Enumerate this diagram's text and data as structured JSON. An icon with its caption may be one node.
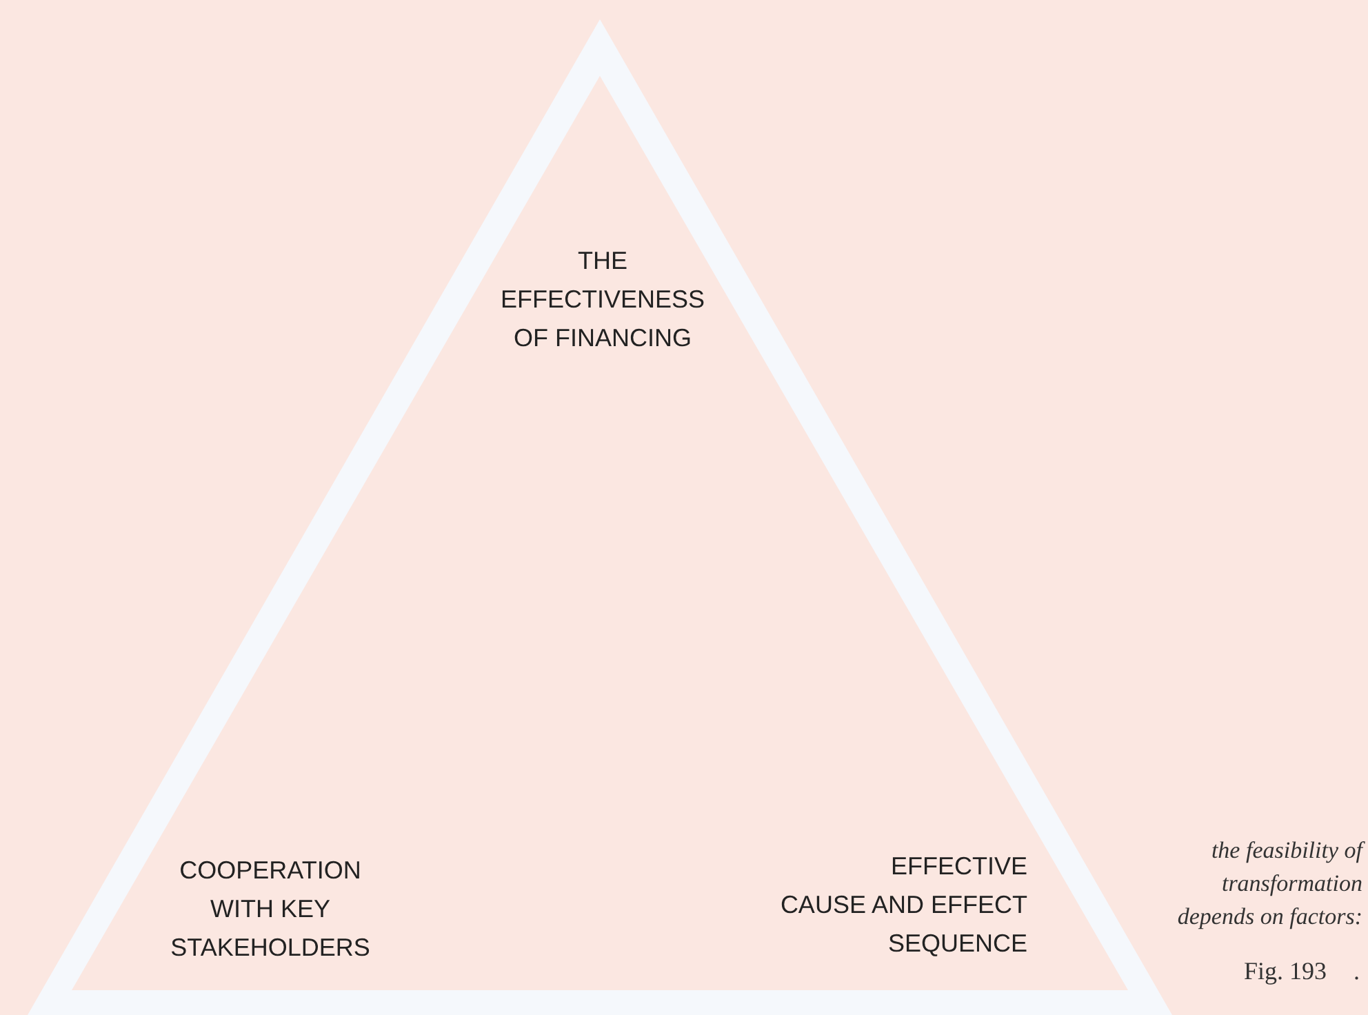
{
  "diagram": {
    "caption": "the feasibility of transformation depends on factors:",
    "nodes": [
      {
        "text": [],
        "shape": "triangle"
      },
      {
        "text": [
          "THE EFFECTIVENESS OF FINANCING"
        ],
        "in": 0
      },
      {
        "text": [
          "COOPERATION WITH KEY STAKEHOLDERS"
        ],
        "in": 0
      },
      {
        "text": [
          "EFFECTIVE CAUSE AND EFFECT SEQUENCE"
        ],
        "in": 0
      }
    ],
    "edges": [],
    "labels": [
      "Fig. 193",
      "."
    ]
  }
}
